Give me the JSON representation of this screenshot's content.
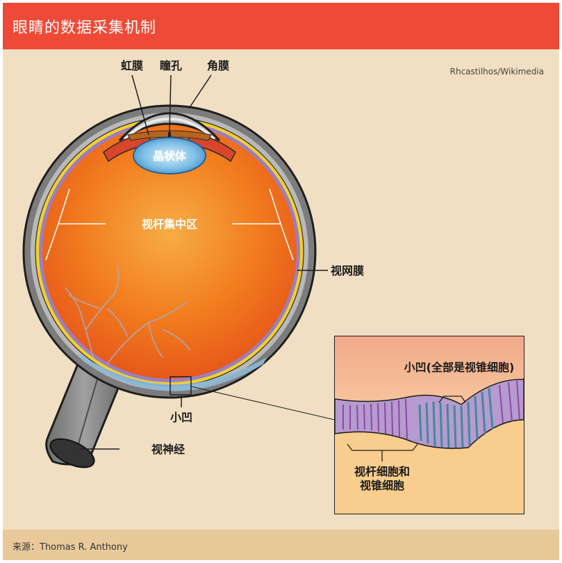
{
  "header": {
    "title": "眼睛的数据采集机制"
  },
  "credit": "Rhcastilhos/Wikimedia",
  "labels": {
    "iris": "虹膜",
    "pupil": "瞳孔",
    "cornea": "角膜",
    "lens": "晶状体",
    "rod_zone": "视杆集中区",
    "retina": "视网膜",
    "fovea": "小凹",
    "optic_nerve": "视神经",
    "fovea_detail": "小凹(全部是视锥细胞)",
    "rods_cones_line1": "视杆细胞和",
    "rods_cones_line2": "视锥细胞"
  },
  "footer": {
    "source": "来源：Thomas R. Anthony"
  },
  "colors": {
    "header": "#ef4a37",
    "background": "#f0dfc2",
    "footer": "#e9c99a",
    "eyeball": "#f07a1a",
    "sclera": "#7a7a7a",
    "choroid": "#f3cf2e",
    "lens": "#5aa6d8",
    "retina_layer": "#9a7fc0"
  }
}
